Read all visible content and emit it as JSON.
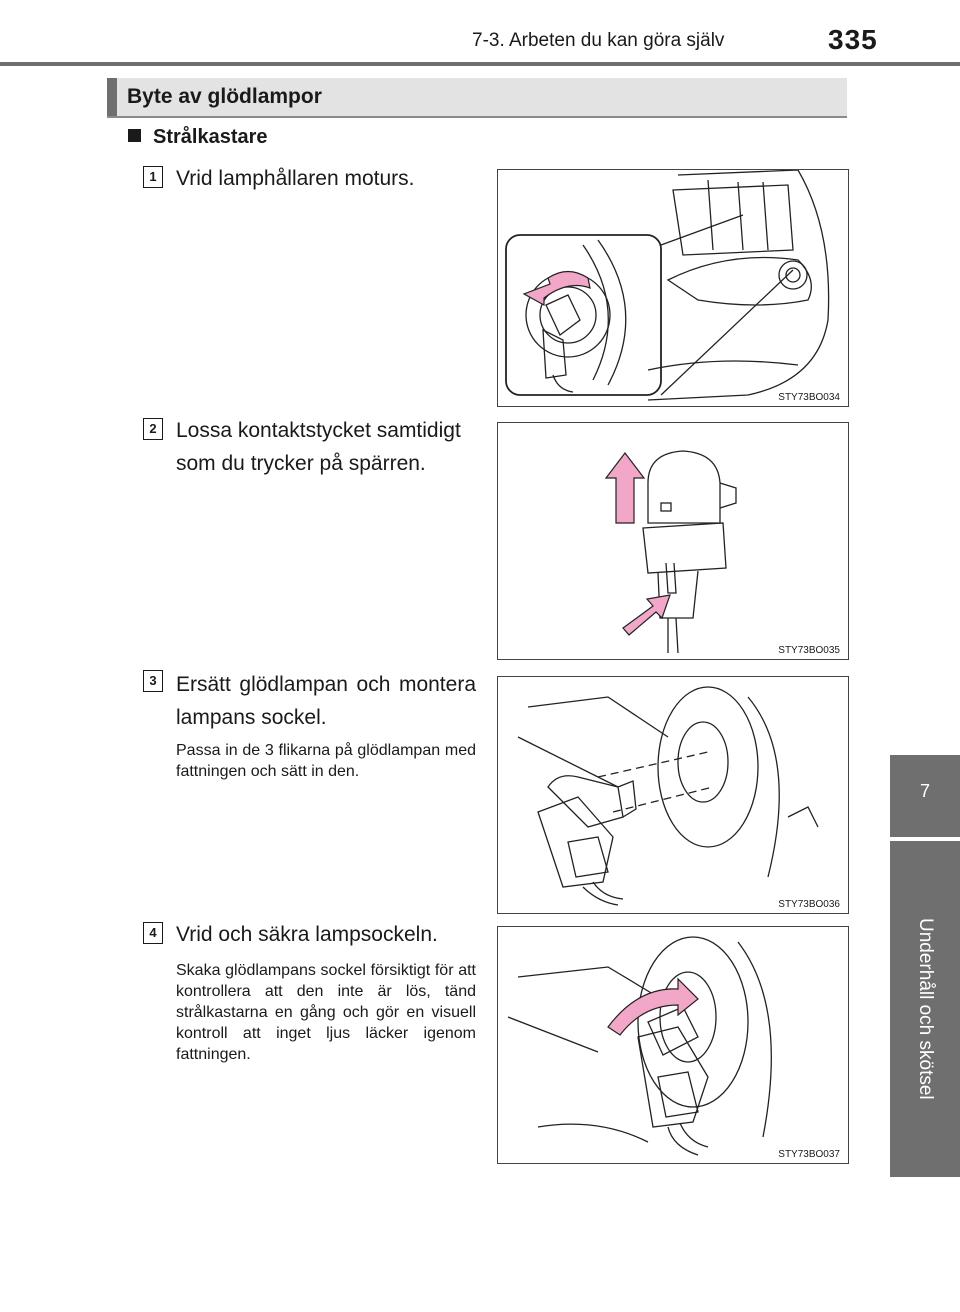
{
  "header": {
    "section": "7-3. Arbeten du kan göra själv",
    "page_number": "335"
  },
  "side_tab": {
    "chapter_number": "7",
    "chapter_title": "Underhåll och skötsel"
  },
  "section": {
    "title": "Byte av glödlampor"
  },
  "subheading": "Strålkastare",
  "steps": [
    {
      "number": "1",
      "title": "Vrid lamphållaren moturs.",
      "note": "",
      "figure_code": "STY73BO034"
    },
    {
      "number": "2",
      "title": "Lossa kontaktstycket samtidigt som du trycker på spärren.",
      "note": "",
      "figure_code": "STY73BO035"
    },
    {
      "number": "3",
      "title": "Ersätt glödlampan och montera lampans sockel.",
      "note": "Passa in de 3 flikarna på glödlampan med fattningen och sätt in den.",
      "figure_code": "STY73BO036"
    },
    {
      "number": "4",
      "title": "Vrid och säkra lampsockeln.",
      "note": "Skaka glödlampans sockel försiktigt för att kontrollera att den inte är lös, tänd strålkastarna en gång och gör en visuell kontroll att inget ljus läcker igenom fattningen.",
      "figure_code": "STY73BO037"
    }
  ],
  "colors": {
    "tab_gray": "#6f6f6f",
    "section_bg": "#e3e3e3",
    "arrow_pink": "#f2a6c8"
  }
}
